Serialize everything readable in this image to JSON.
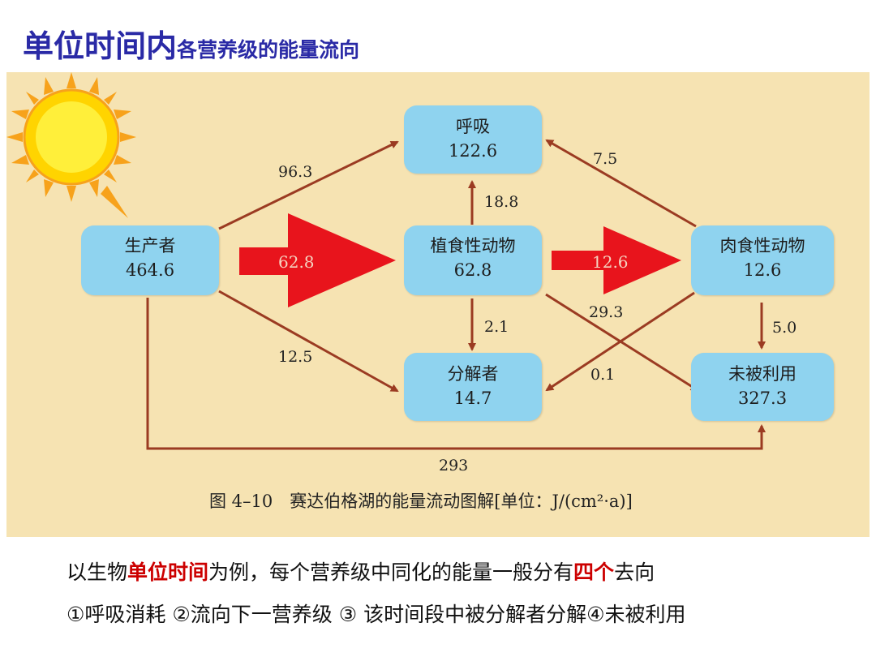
{
  "title": {
    "main": "单位时间内",
    "sub": "各营养级的能量流向"
  },
  "nodes": {
    "producer": {
      "name": "生产者",
      "value": "464.6"
    },
    "respiration": {
      "name": "呼吸",
      "value": "122.6"
    },
    "herbivore": {
      "name": "植食性动物",
      "value": "62.8"
    },
    "carnivore": {
      "name": "肉食性动物",
      "value": "12.6"
    },
    "decomposer": {
      "name": "分解者",
      "value": "14.7"
    },
    "unused": {
      "name": "未被利用",
      "value": "327.3"
    }
  },
  "flows": {
    "producer_to_respiration": "96.3",
    "producer_to_herbivore": "62.8",
    "producer_to_decomposer": "12.5",
    "producer_to_unused": "293",
    "herbivore_to_respiration": "18.8",
    "herbivore_to_carnivore": "12.6",
    "herbivore_to_decomposer": "2.1",
    "herbivore_to_unused": "29.3",
    "carnivore_to_respiration": "7.5",
    "carnivore_to_decomposer": "0.1",
    "carnivore_to_unused": "5.0"
  },
  "caption": "图 4–10　赛达伯格湖的能量流动图解[单位：J/(cm²·a)]",
  "note_line1": {
    "prefix": "以生物",
    "highlight1": "单位时间",
    "middle": "为例，每个营养级中同化的能量一般分有",
    "highlight2": "四个",
    "suffix": "去向"
  },
  "note_line2": "①呼吸消耗  ②流向下一营养级  ③ 该时间段中被分解者分解④未被利用",
  "colors": {
    "title": "#2a2aa6",
    "highlight": "#cc0000",
    "node": "#8fd3ef",
    "arrow": "#9b3b22",
    "big_arrow": "#e8141c",
    "background": "#f6e3b2"
  }
}
